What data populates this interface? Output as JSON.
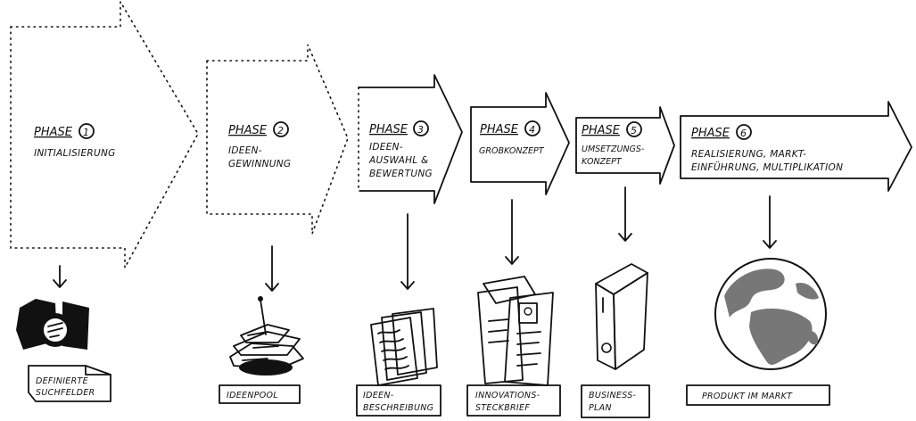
{
  "phases": [
    {
      "title": "PHASE",
      "number": "1",
      "lines": [
        "INITIALISIERUNG"
      ]
    },
    {
      "title": "PHASE",
      "number": "2",
      "lines": [
        "IDEEN-",
        "GEWINNUNG"
      ]
    },
    {
      "title": "PHASE",
      "number": "3",
      "lines": [
        "IDEEN-",
        "AUSWAHL &",
        "BEWERTUNG"
      ]
    },
    {
      "title": "PHASE",
      "number": "4",
      "lines": [
        "GROBKONZEPT"
      ]
    },
    {
      "title": "PHASE",
      "number": "5",
      "lines": [
        "UMSETZUNGS-",
        "KONZEPT"
      ]
    },
    {
      "title": "PHASE",
      "number": "6",
      "lines": [
        "REALISIERUNG, MARKT-",
        "EINFÜHRUNG, MULTIPLIKATION"
      ]
    }
  ],
  "outputs": [
    {
      "icon": "spotlight-icon",
      "lines": [
        "DEFINIERTE",
        "SUCHFELDER"
      ]
    },
    {
      "icon": "note-pile-icon",
      "lines": [
        "IDEENPOOL"
      ]
    },
    {
      "icon": "document-stack-icon",
      "lines": [
        "IDEEN-",
        "BESCHREIBUNG"
      ]
    },
    {
      "icon": "brochure-icon",
      "lines": [
        "INNOVATIONS-",
        "STECKBRIEF"
      ]
    },
    {
      "icon": "binder-icon",
      "lines": [
        "BUSINESS-",
        "PLAN"
      ]
    },
    {
      "icon": "globe-icon",
      "lines": [
        "PRODUKT IM MARKT"
      ]
    }
  ]
}
